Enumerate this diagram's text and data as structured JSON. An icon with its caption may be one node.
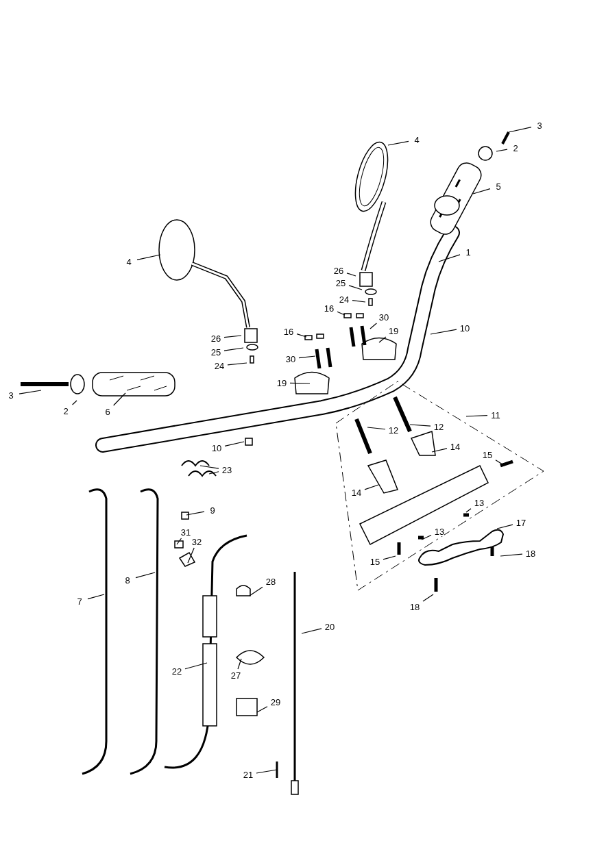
{
  "diagram": {
    "nodes": [
      {
        "text": [
          "3"
        ]
      },
      {
        "text": [
          "4"
        ]
      },
      {
        "text": [
          "2"
        ]
      },
      {
        "text": [
          "5"
        ]
      },
      {
        "text": [
          "1"
        ]
      },
      {
        "text": [
          "4"
        ]
      },
      {
        "text": [
          "26"
        ]
      },
      {
        "text": [
          "25"
        ]
      },
      {
        "text": [
          "24"
        ]
      },
      {
        "text": [
          "16"
        ]
      },
      {
        "text": [
          "30"
        ]
      },
      {
        "text": [
          "10"
        ]
      },
      {
        "text": [
          "19"
        ]
      },
      {
        "text": [
          "16"
        ]
      },
      {
        "text": [
          "26"
        ]
      },
      {
        "text": [
          "25"
        ]
      },
      {
        "text": [
          "30"
        ]
      },
      {
        "text": [
          "24"
        ]
      },
      {
        "text": [
          "19"
        ]
      },
      {
        "text": [
          "3"
        ]
      },
      {
        "text": [
          "2"
        ]
      },
      {
        "text": [
          "6"
        ]
      },
      {
        "text": [
          "11"
        ]
      },
      {
        "text": [
          "12"
        ]
      },
      {
        "text": [
          "12"
        ]
      },
      {
        "text": [
          "14"
        ]
      },
      {
        "text": [
          "10"
        ]
      },
      {
        "text": [
          "15"
        ]
      },
      {
        "text": [
          "23"
        ]
      },
      {
        "text": [
          "14"
        ]
      },
      {
        "text": [
          "13"
        ]
      },
      {
        "text": [
          "9"
        ]
      },
      {
        "text": [
          "17"
        ]
      },
      {
        "text": [
          "13"
        ]
      },
      {
        "text": [
          "31"
        ]
      },
      {
        "text": [
          "32"
        ]
      },
      {
        "text": [
          "15"
        ]
      },
      {
        "text": [
          "18"
        ]
      },
      {
        "text": [
          "8"
        ]
      },
      {
        "text": [
          "28"
        ]
      },
      {
        "text": [
          "7"
        ]
      },
      {
        "text": [
          "18"
        ]
      },
      {
        "text": [
          "20"
        ]
      },
      {
        "text": [
          "22"
        ]
      },
      {
        "text": [
          "27"
        ]
      },
      {
        "text": [
          "29"
        ]
      },
      {
        "text": [
          "21"
        ]
      }
    ],
    "edges": [
      {
        "from": 0,
        "to": null,
        "arrow": "none"
      },
      {
        "from": 1,
        "to": null,
        "arrow": "none"
      },
      {
        "from": 2,
        "to": null,
        "arrow": "none"
      },
      {
        "from": 3,
        "to": null,
        "arrow": "none"
      },
      {
        "from": 4,
        "to": null,
        "arrow": "none"
      },
      {
        "from": 5,
        "to": null,
        "arrow": "none"
      },
      {
        "from": 6,
        "to": null,
        "arrow": "none"
      },
      {
        "from": 7,
        "to": null,
        "arrow": "none"
      },
      {
        "from": 8,
        "to": null,
        "arrow": "none"
      },
      {
        "from": 9,
        "to": null,
        "arrow": "none"
      },
      {
        "from": 10,
        "to": null,
        "arrow": "none"
      },
      {
        "from": 11,
        "to": null,
        "arrow": "none"
      },
      {
        "from": 12,
        "to": null,
        "arrow": "none"
      },
      {
        "from": 13,
        "to": null,
        "arrow": "none"
      },
      {
        "from": 14,
        "to": null,
        "arrow": "none"
      },
      {
        "from": 15,
        "to": null,
        "arrow": "none"
      },
      {
        "from": 16,
        "to": null,
        "arrow": "none"
      },
      {
        "from": 17,
        "to": null,
        "arrow": "none"
      },
      {
        "from": 18,
        "to": null,
        "arrow": "none"
      },
      {
        "from": 19,
        "to": null,
        "arrow": "none"
      },
      {
        "from": 20,
        "to": null,
        "arrow": "none"
      },
      {
        "from": 21,
        "to": null,
        "arrow": "none"
      },
      {
        "from": 22,
        "to": null,
        "arrow": "none"
      },
      {
        "from": 23,
        "to": null,
        "arrow": "none"
      },
      {
        "from": 24,
        "to": null,
        "arrow": "none"
      },
      {
        "from": 25,
        "to": null,
        "arrow": "none"
      },
      {
        "from": 26,
        "to": null,
        "arrow": "none"
      },
      {
        "from": 27,
        "to": null,
        "arrow": "none"
      },
      {
        "from": 28,
        "to": null,
        "arrow": "none"
      },
      {
        "from": 28,
        "to": null,
        "arrow": "none"
      },
      {
        "from": 29,
        "to": null,
        "arrow": "none"
      },
      {
        "from": 30,
        "to": null,
        "arrow": "none"
      },
      {
        "from": 31,
        "to": null,
        "arrow": "none"
      },
      {
        "from": 32,
        "to": null,
        "arrow": "none"
      },
      {
        "from": 33,
        "to": null,
        "arrow": "none"
      },
      {
        "from": 34,
        "to": null,
        "arrow": "none"
      },
      {
        "from": 35,
        "to": null,
        "arrow": "none"
      },
      {
        "from": 36,
        "to": null,
        "arrow": "none"
      },
      {
        "from": 37,
        "to": null,
        "arrow": "none"
      },
      {
        "from": 38,
        "to": null,
        "arrow": "none"
      },
      {
        "from": 39,
        "to": null,
        "arrow": "none"
      },
      {
        "from": 40,
        "to": null,
        "arrow": "none"
      },
      {
        "from": 41,
        "to": null,
        "arrow": "none"
      },
      {
        "from": 42,
        "to": null,
        "arrow": "none"
      },
      {
        "from": 43,
        "to": null,
        "arrow": "none"
      },
      {
        "from": 44,
        "to": null,
        "arrow": "none"
      },
      {
        "from": 45,
        "to": null,
        "arrow": "none"
      },
      {
        "from": 46,
        "to": null,
        "arrow": "none"
      }
    ]
  }
}
